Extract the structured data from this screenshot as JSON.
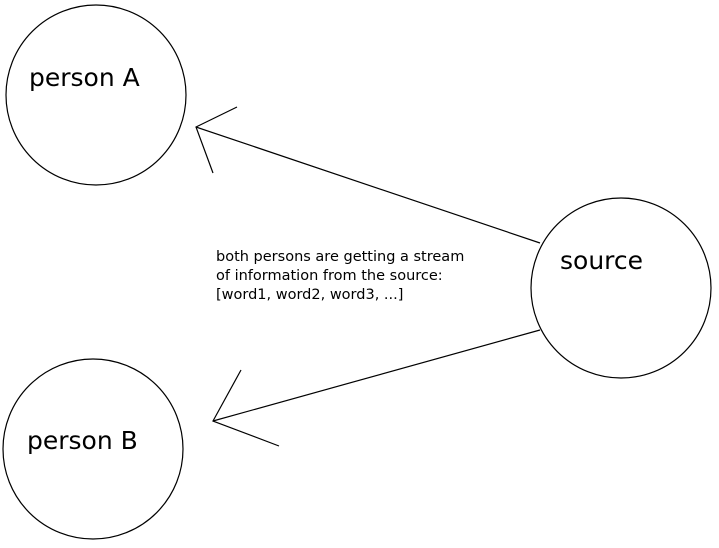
{
  "nodes": {
    "person_a": {
      "label": "person A"
    },
    "person_b": {
      "label": "person B"
    },
    "source": {
      "label": "source"
    }
  },
  "note": {
    "lines": [
      "both persons are getting a stream",
      "of information from the source:",
      "[word1, word2, word3, ...]"
    ]
  },
  "edges": [
    {
      "from": "source",
      "to": "person A"
    },
    {
      "from": "source",
      "to": "person B"
    }
  ],
  "colors": {
    "stroke": "#000000",
    "background": "#ffffff"
  }
}
